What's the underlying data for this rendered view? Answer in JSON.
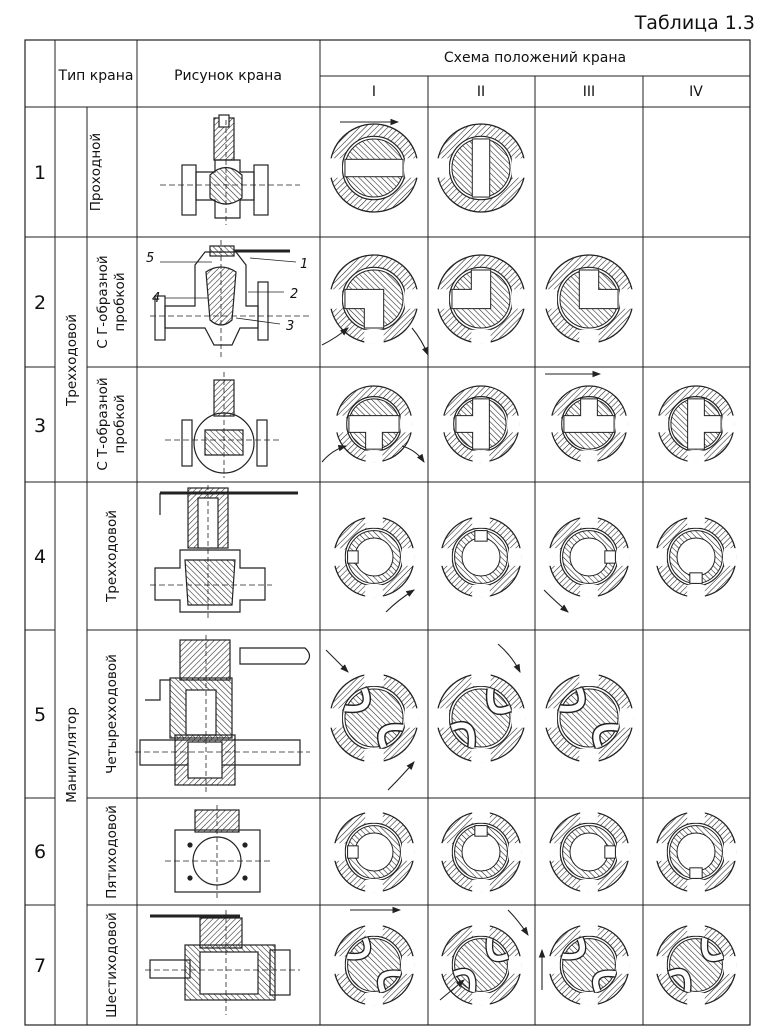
{
  "caption": "Таблица 1.3",
  "headers": {
    "type": "Тип крана",
    "drawing": "Рисунок крана",
    "scheme": "Схема положений крана",
    "positions": [
      "I",
      "II",
      "III",
      "IV"
    ]
  },
  "groups": {
    "three_way": "Трехходовой",
    "manipulator": "Манипулятор"
  },
  "rows": [
    {
      "num": "1",
      "type": "Проходной",
      "schemes": 2
    },
    {
      "num": "2",
      "type": "С Г-образной пробкой",
      "type_lines": [
        "С Г-образной",
        "пробкой"
      ],
      "schemes": 3
    },
    {
      "num": "3",
      "type": "С Т-образной пробкой",
      "type_lines": [
        "С Т-образной",
        "пробкой"
      ],
      "schemes": 4
    },
    {
      "num": "4",
      "type": "Трехходовой",
      "schemes": 4
    },
    {
      "num": "5",
      "type": "Четырехходовой",
      "schemes": 3
    },
    {
      "num": "6",
      "type": "Пятиходовой",
      "schemes": 4
    },
    {
      "num": "7",
      "type": "Шестиходовой",
      "schemes": 4
    }
  ],
  "callouts": [
    "1",
    "2",
    "3",
    "4",
    "5"
  ]
}
